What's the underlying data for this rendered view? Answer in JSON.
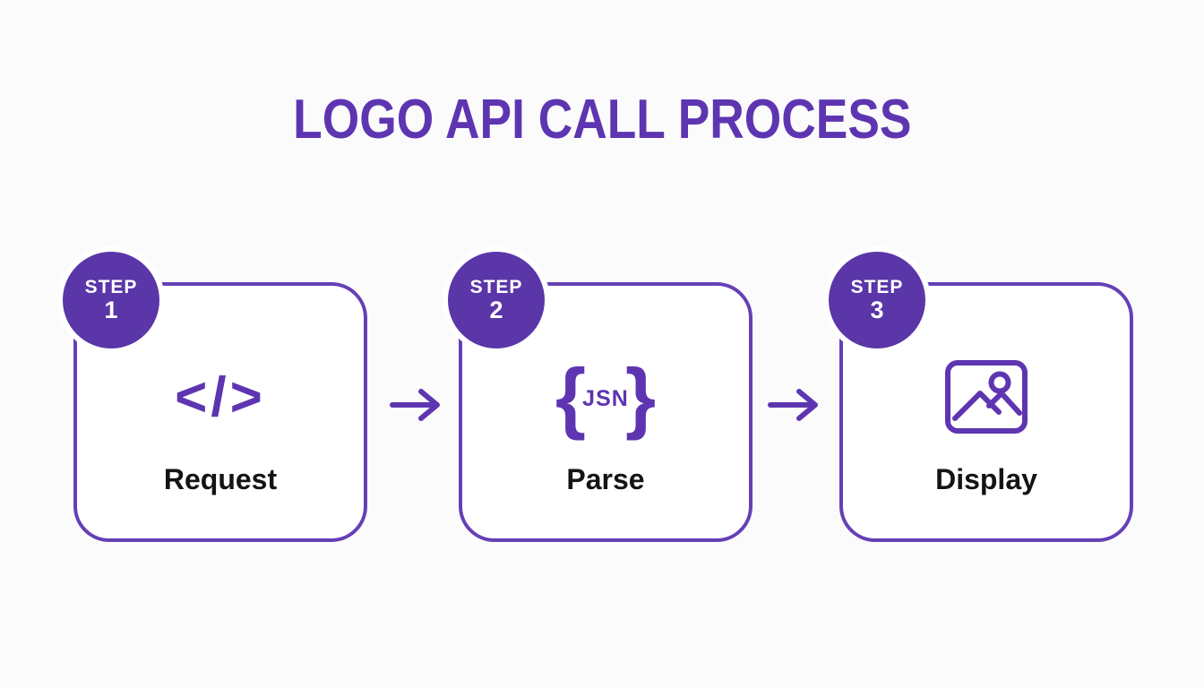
{
  "title": "LOGO API CALL PROCESS",
  "colors": {
    "bg": "#fbfbfc",
    "card-bg": "#ffffff",
    "accent": "#5e35b1",
    "circle": "#5a36a8",
    "border": "#6540b5",
    "label": "#141414",
    "badge-text": "#ffffff"
  },
  "steps": [
    {
      "badge_label": "STEP",
      "badge_number": "1",
      "icon_name": "code-icon",
      "icon_text": "</>",
      "label": "Request"
    },
    {
      "badge_label": "STEP",
      "badge_number": "2",
      "icon_name": "json-braces-icon",
      "brace_open": "{",
      "brace_text": "JSN",
      "brace_close": "}",
      "label": "Parse"
    },
    {
      "badge_label": "STEP",
      "badge_number": "3",
      "icon_name": "image-icon",
      "label": "Display"
    }
  ]
}
